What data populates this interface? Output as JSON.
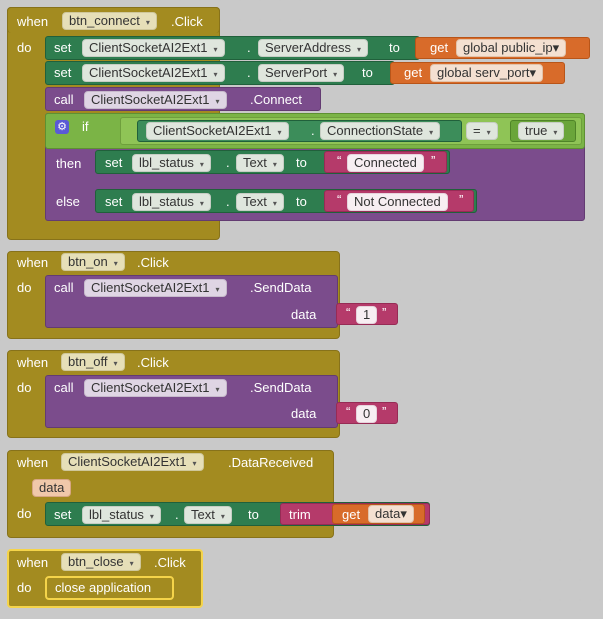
{
  "keywords": {
    "when": "when",
    "do": "do",
    "set": "set",
    "to": "to",
    "get": "get",
    "call": "call",
    "if": "if",
    "then": "then",
    "else": "else",
    "data": "data",
    "trim": "trim",
    "eq": "="
  },
  "blocks": {
    "connect": {
      "component": "btn_connect",
      "event": ".Click",
      "socket": "ClientSocketAI2Ext1",
      "server_address": "ServerAddress",
      "public_ip": "global public_ip",
      "server_port": "ServerPort",
      "serv_port": "global serv_port",
      "method_connect": ".Connect",
      "connection_state": "ConnectionState",
      "true_value": "true",
      "lbl_status": "lbl_status",
      "text_prop": "Text",
      "connected": "Connected",
      "not_connected": "Not Connected"
    },
    "on": {
      "component": "btn_on",
      "event": ".Click",
      "socket": "ClientSocketAI2Ext1",
      "method": ".SendData",
      "value": "1"
    },
    "off": {
      "component": "btn_off",
      "event": ".Click",
      "socket": "ClientSocketAI2Ext1",
      "method": ".SendData",
      "value": "0"
    },
    "received": {
      "component": "ClientSocketAI2Ext1",
      "event": ".DataReceived",
      "param": "data",
      "lbl_status": "lbl_status",
      "text_prop": "Text",
      "get_data": "data"
    },
    "close": {
      "component": "btn_close",
      "event": ".Click",
      "action": "close application"
    }
  },
  "icons": {
    "dropdown": "▾",
    "gear": "⚙",
    "quote_open": "“",
    "quote_close": "”"
  }
}
